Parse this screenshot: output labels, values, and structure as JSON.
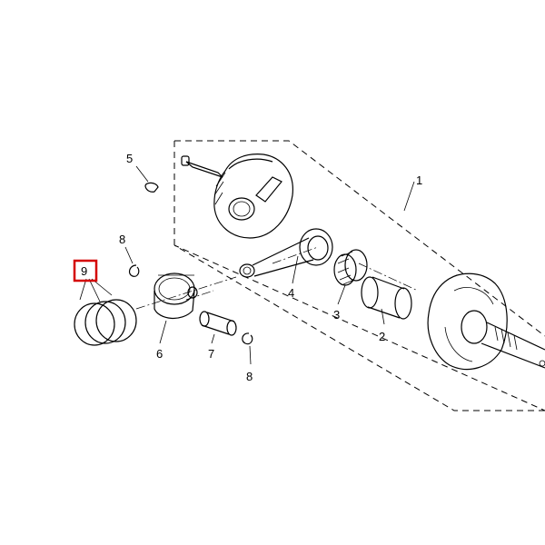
{
  "diagram": {
    "highlight_color": "#d40000",
    "parts": [
      {
        "ref": "1",
        "label": "1"
      },
      {
        "ref": "2",
        "label": "2"
      },
      {
        "ref": "3",
        "label": "3"
      },
      {
        "ref": "4",
        "label": "4"
      },
      {
        "ref": "5",
        "label": "5"
      },
      {
        "ref": "6",
        "label": "6"
      },
      {
        "ref": "7",
        "label": "7"
      },
      {
        "ref": "8a",
        "label": "8"
      },
      {
        "ref": "8b",
        "label": "8"
      },
      {
        "ref": "9",
        "label": "9",
        "highlighted": true
      }
    ]
  }
}
